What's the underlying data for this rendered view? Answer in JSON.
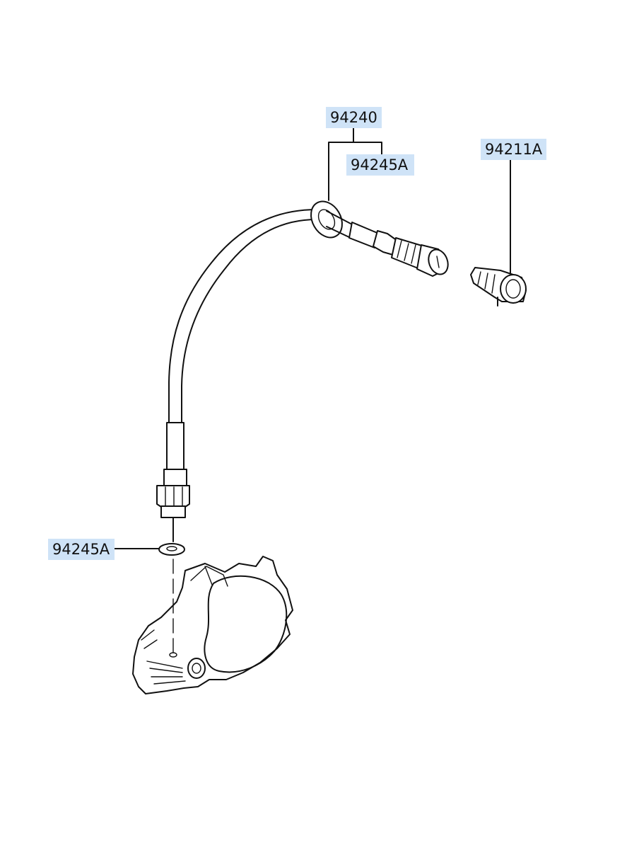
{
  "callouts": {
    "cable_assembly": "94240",
    "grommet_upper": "94245A",
    "boot": "94211A",
    "grommet_lower": "94245A"
  },
  "colors": {
    "callout_highlight": "#cfe3f7",
    "line": "#111111",
    "background": "#ffffff"
  }
}
